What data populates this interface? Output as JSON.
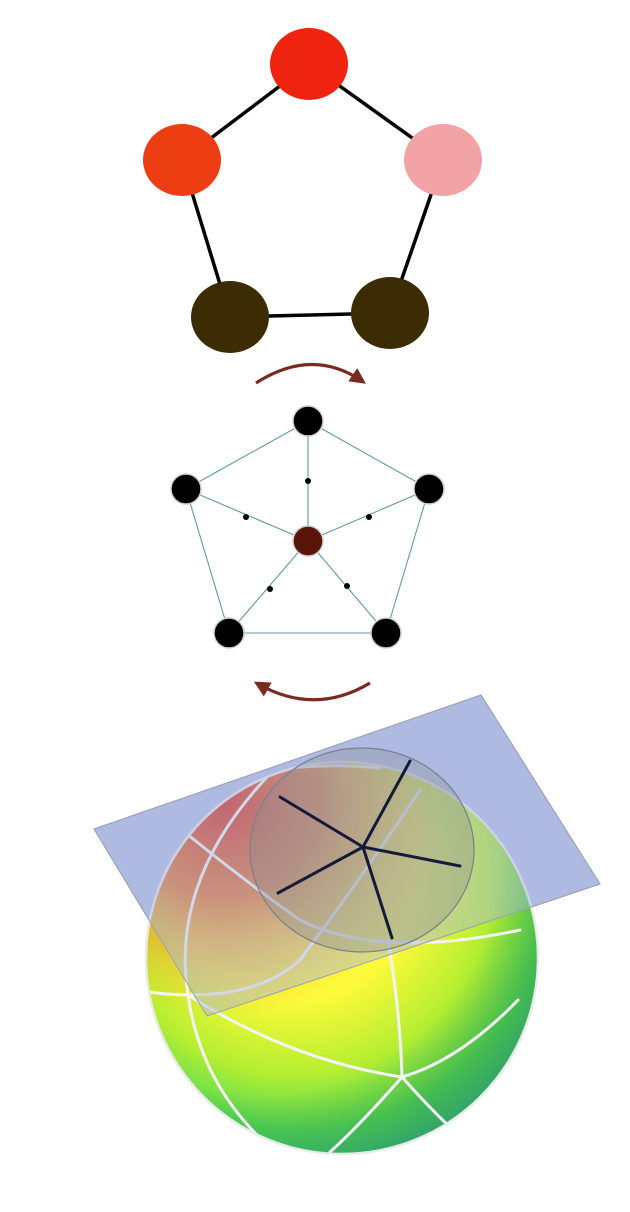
{
  "colors": {
    "background": "#ffffff",
    "graph_edge": "#000000",
    "arrow": "#7a2a20",
    "thin_edge": "#5f9aa6",
    "small_node": "#000000",
    "center_node": "#5a1408",
    "plane_fill": "#a9b4e0",
    "sphere_grid": "#f2f2f4"
  },
  "top_graph": {
    "nodes": [
      {
        "id": "n1",
        "color": "#ee2410"
      },
      {
        "id": "n2",
        "color": "#ec3e12"
      },
      {
        "id": "n3",
        "color": "#f2a3a6"
      },
      {
        "id": "n4",
        "color": "#3c2c06"
      },
      {
        "id": "n5",
        "color": "#3c2c06"
      }
    ],
    "edges": [
      [
        "n1",
        "n2"
      ],
      [
        "n1",
        "n3"
      ],
      [
        "n2",
        "n4"
      ],
      [
        "n3",
        "n5"
      ],
      [
        "n4",
        "n5"
      ]
    ]
  },
  "arrows": [
    {
      "id": "arrow-top",
      "direction": "right"
    },
    {
      "id": "arrow-bottom",
      "direction": "left"
    }
  ],
  "middle_graph": {
    "outer_nodes": [
      "m1",
      "m2",
      "m3",
      "m4",
      "m5"
    ],
    "center_node": "c",
    "midpoint_markers": 5
  },
  "sphere": {
    "tangent_plane": true,
    "spherical_disc": true,
    "spoke_count": 5
  }
}
